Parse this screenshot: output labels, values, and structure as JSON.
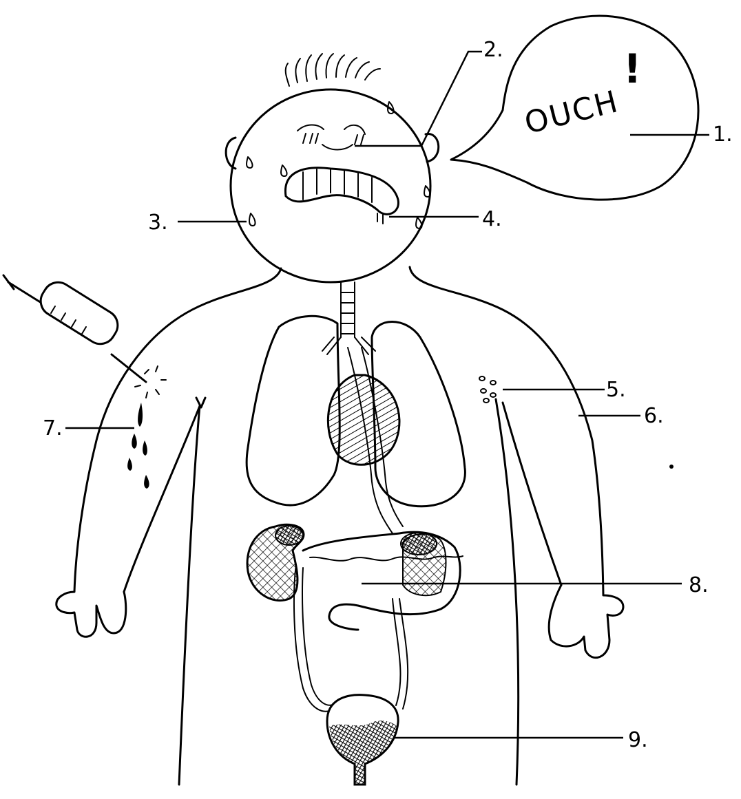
{
  "speech_text": "OUCH",
  "speech_exclaim": "!",
  "labels": {
    "n1": "1.",
    "n2": "2.",
    "n3": "3.",
    "n4": "4.",
    "n5": "5.",
    "n6": "6.",
    "n7": "7.",
    "n8": "8.",
    "n9": "9."
  }
}
